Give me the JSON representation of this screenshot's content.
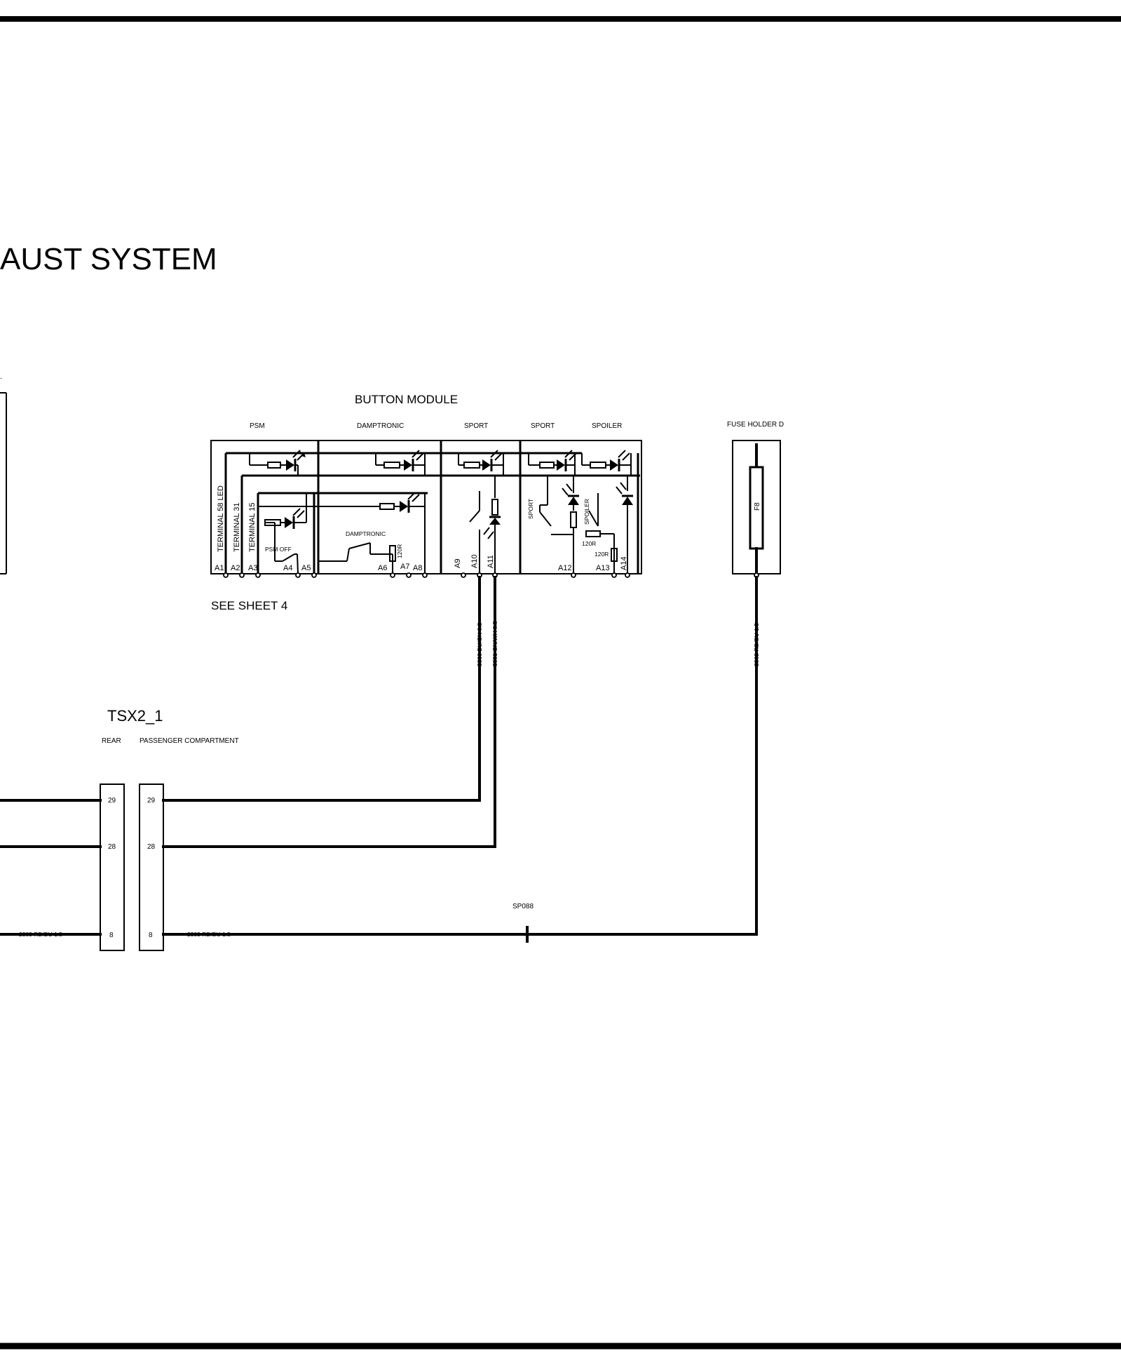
{
  "title": "AUST SYSTEM",
  "button_module": {
    "label": "BUTTON  MODULE",
    "sections": [
      "PSM",
      "DAMPTRONIC",
      "SPORT",
      "SPORT",
      "SPOILER"
    ],
    "internal_labels": {
      "terminal_58": "TERMINAL 58 LED",
      "terminal_31": "TERMINAL 31",
      "terminal_15": "TERMINAL 15",
      "psm_off": "PSM OFF",
      "damptronic": "DAMPTRONIC",
      "sport": "SPORT",
      "spoiler": "SPOILER",
      "r1": "120R",
      "r2": "120R",
      "r3": "120R"
    },
    "pins": [
      "A1",
      "A2",
      "A3",
      "A4",
      "A5",
      "A6",
      "A7",
      "A8",
      "A9",
      "A10",
      "A11",
      "A12",
      "A13",
      "A14"
    ],
    "note": "SEE SHEET 4"
  },
  "fuse_holder": {
    "label": "FUSE HOLDER D",
    "fuse": "F8"
  },
  "connector": {
    "name": "TSX2_1",
    "side_left": "REAR",
    "side_right": "PASSENGER COMPARTMENT",
    "pins_left": [
      "29",
      "28",
      "8"
    ],
    "pins_right": [
      "29",
      "28",
      "8"
    ]
  },
  "wires": {
    "w_a10": "5300 BU/GN 0.5",
    "w_a11": "5301 GN/WH 0.5",
    "w_fuse": "2302 RD/BU 1.5",
    "w_left_8": "2303 RD/BU 1.5",
    "w_right_8": "2303 RD/BU 1.5"
  },
  "splice": "SP088"
}
